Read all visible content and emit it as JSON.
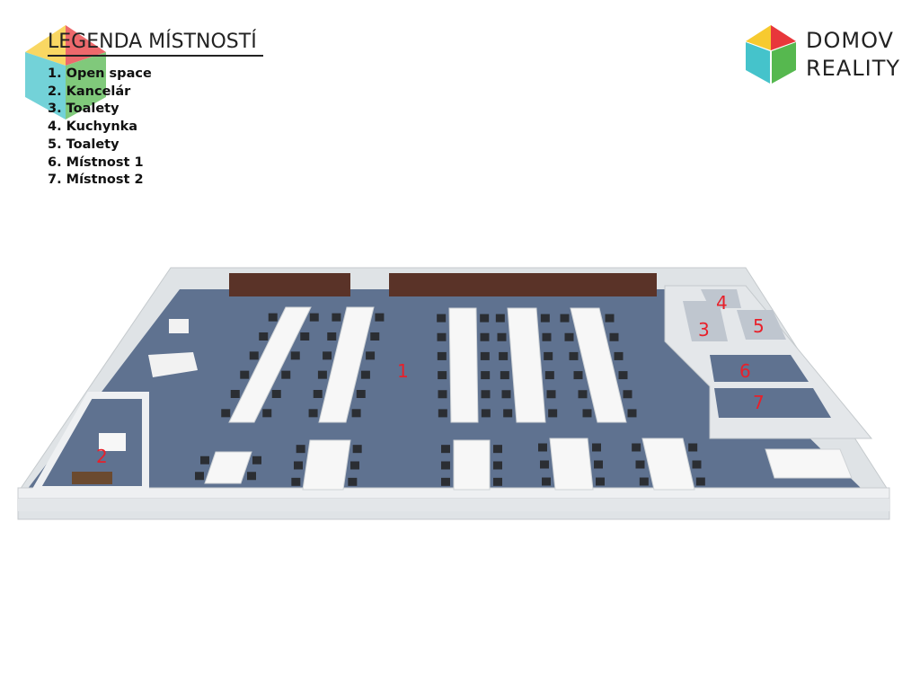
{
  "legend": {
    "title": "LEGENDA MÍSTNOSTÍ",
    "items": [
      "1. Open space",
      "2. Kancelár",
      "3. Toalety",
      "4. Kuchynka",
      "5. Toalety",
      "6. Místnost 1",
      "7. Místnost 2"
    ]
  },
  "brand": {
    "line1": "DOMOV",
    "line2": "REALITY",
    "colors": {
      "yellow": "#f7ca2f",
      "red": "#e8373b",
      "teal": "#45c3cb",
      "green": "#56b84f"
    }
  },
  "rooms": {
    "r1": "1",
    "r2": "2",
    "r3": "3",
    "r4": "4",
    "r5": "5",
    "r6": "6",
    "r7": "7"
  },
  "colors": {
    "floor": "#5f7290",
    "wall": "#e9ecee",
    "desk": "#f7f7f7",
    "label": "#e8202a"
  }
}
